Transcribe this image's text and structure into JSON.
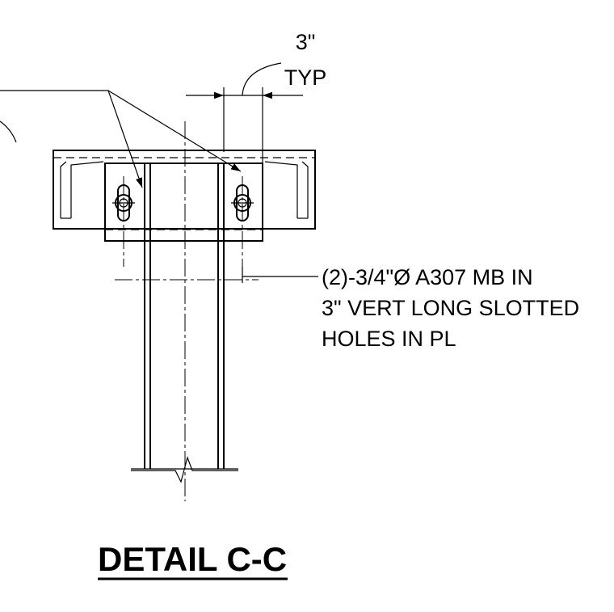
{
  "dimension": {
    "value": "3\"",
    "qualifier": "TYP"
  },
  "callout": {
    "lines": [
      "(2)-3/4\"Ø A307 MB IN",
      "3\" VERT LONG SLOTTED",
      "HOLES IN PL"
    ]
  },
  "detail": {
    "title": "DETAIL C-C"
  }
}
